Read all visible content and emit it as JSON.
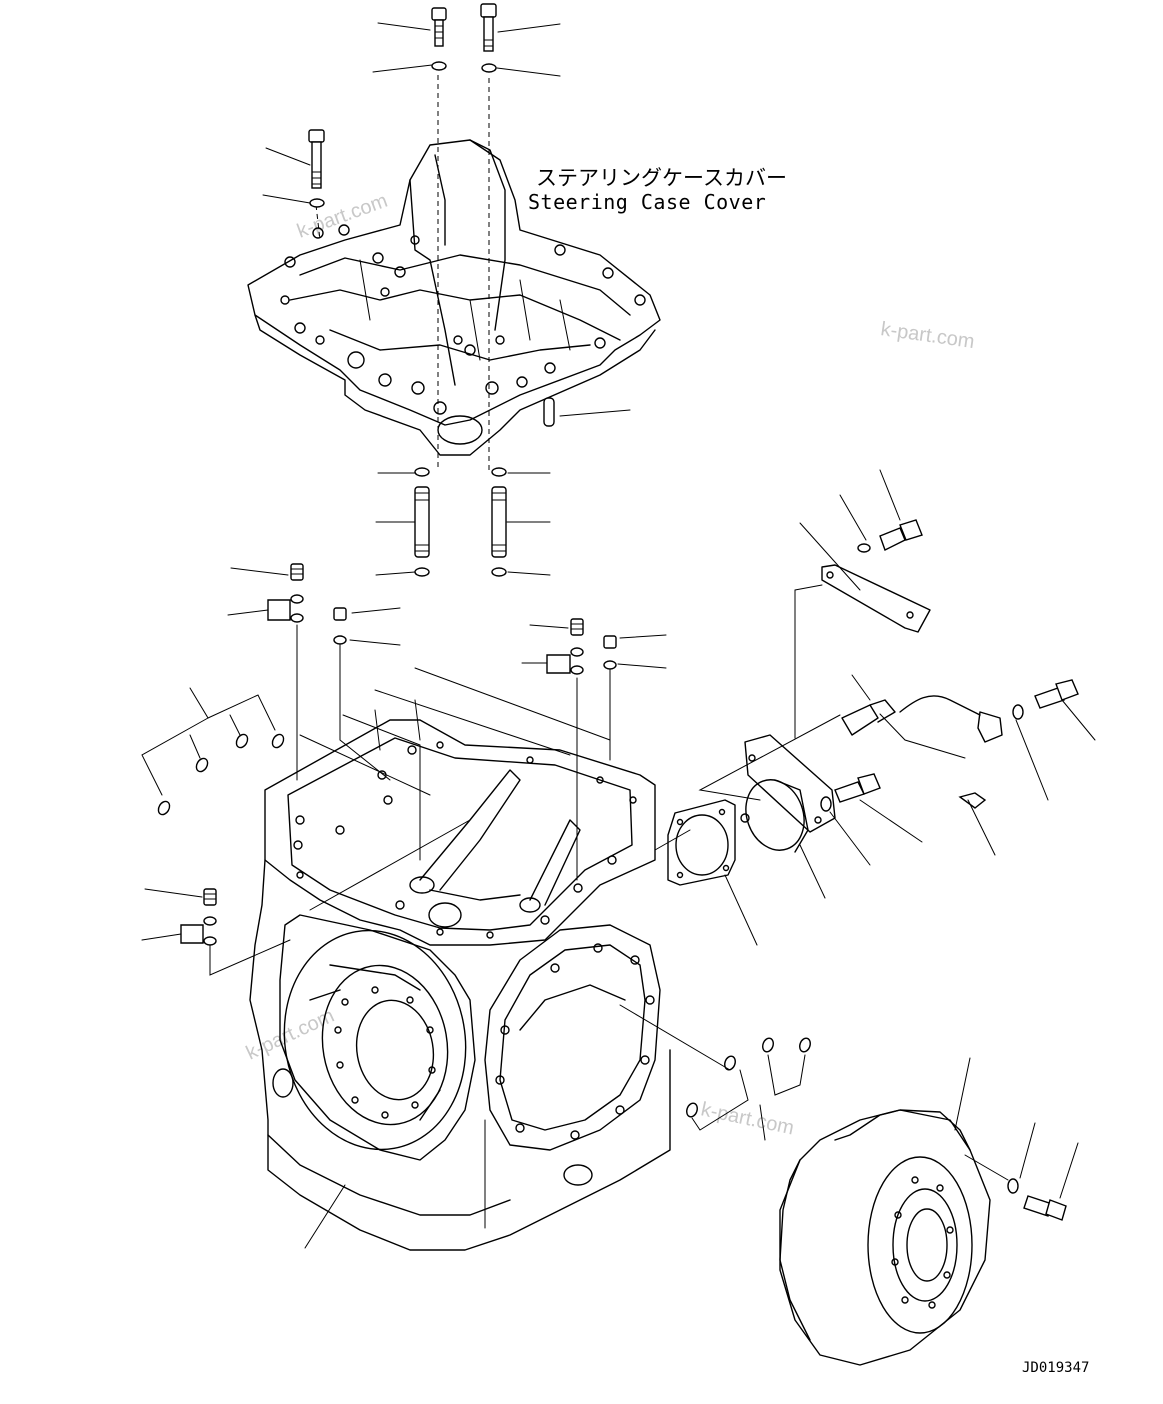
{
  "callout": {
    "title_jp": "ステアリングケースカバー",
    "title_en": "Steering Case Cover"
  },
  "drawing_code": "JD019347",
  "watermarks": [
    "k-part.com",
    "k-part.com",
    "k-part.com",
    "k-part.com"
  ]
}
